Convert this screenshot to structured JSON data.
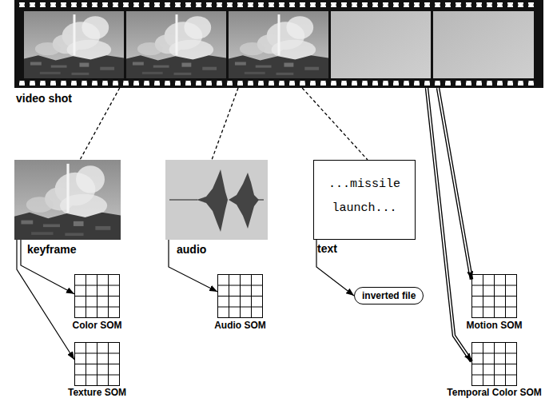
{
  "diagram": {
    "nodes": [
      {
        "text": [
          "video shot"
        ]
      },
      {
        "text": [
          "keyframe"
        ]
      },
      {
        "text": [
          "audio"
        ]
      },
      {
        "text": [
          "...missile launch...",
          "text"
        ]
      },
      {
        "text": [
          "Color SOM"
        ]
      },
      {
        "text": [
          "Audio SOM"
        ]
      },
      {
        "text": [
          "inverted file"
        ]
      },
      {
        "text": [
          "Motion SOM"
        ]
      },
      {
        "text": [
          "Texture SOM"
        ]
      },
      {
        "text": [
          "Temporal Color SOM"
        ]
      }
    ],
    "edges": [
      {
        "from": 0,
        "to": 1,
        "arrow": "none"
      },
      {
        "from": 0,
        "to": 2,
        "arrow": "none"
      },
      {
        "from": 0,
        "to": 3,
        "arrow": "none"
      },
      {
        "from": 1,
        "to": 4,
        "arrow": "to"
      },
      {
        "from": 1,
        "to": 8,
        "arrow": "to"
      },
      {
        "from": 2,
        "to": 5,
        "arrow": "to"
      },
      {
        "from": 3,
        "to": 6,
        "arrow": "to"
      },
      {
        "from": 0,
        "to": 7,
        "arrow": "to"
      },
      {
        "from": 0,
        "to": 9,
        "arrow": "to"
      }
    ]
  }
}
